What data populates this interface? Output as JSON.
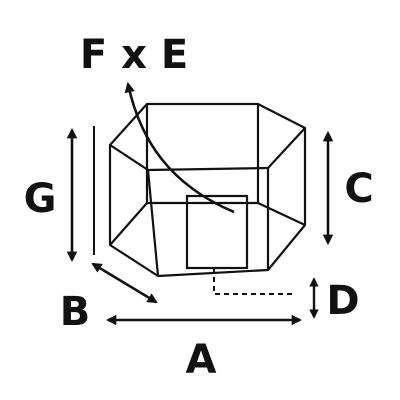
{
  "labels": {
    "top": "F x E",
    "g": "G",
    "c": "C",
    "b": "B",
    "d": "D",
    "a": "A"
  },
  "colors": {
    "stroke": "#111111",
    "background": "#ffffff"
  }
}
